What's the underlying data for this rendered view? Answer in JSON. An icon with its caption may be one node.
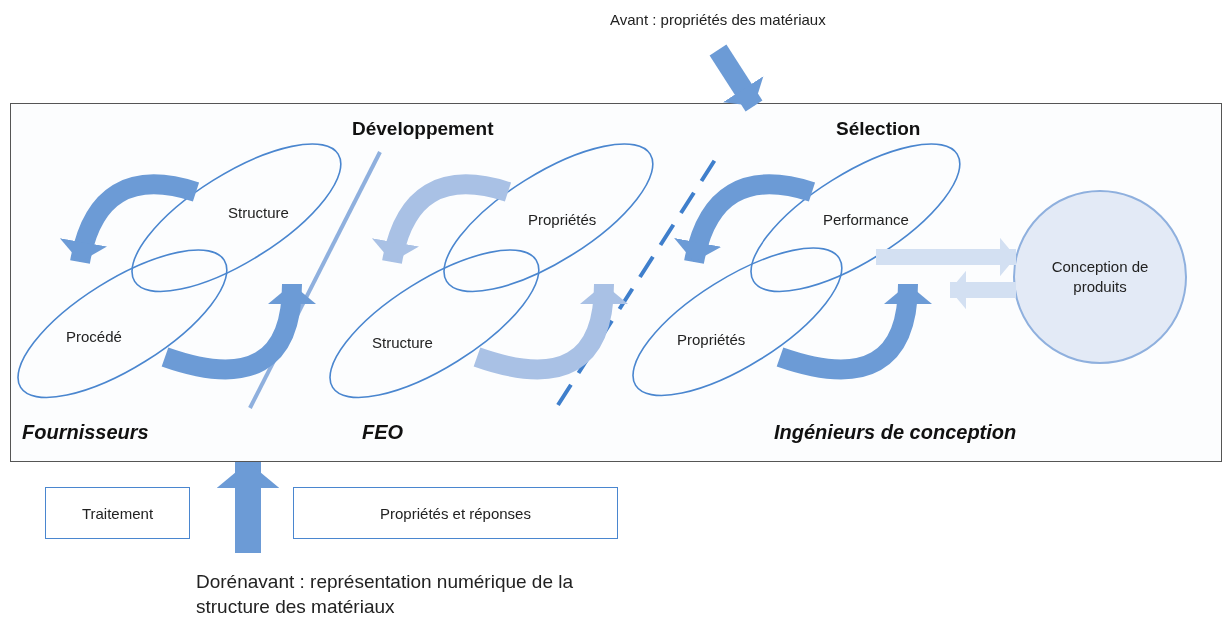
{
  "diagram": {
    "nodes": [
      {
        "text": [],
        "shape": "box"
      },
      {
        "text": [
          "Procédé"
        ],
        "in": 0
      },
      {
        "text": [
          "Structure"
        ],
        "in": 0
      },
      {
        "text": [
          "Structure"
        ],
        "in": 0
      },
      {
        "text": [
          "Propriétés"
        ],
        "in": 0
      },
      {
        "text": [
          "Propriétés"
        ],
        "in": 0
      },
      {
        "text": [
          "Performance"
        ],
        "in": 0
      },
      {
        "text": [
          "Conception de produits"
        ],
        "in": 0
      },
      {
        "text": [
          "Avant : propriétés des matériaux"
        ]
      },
      {
        "text": [
          "Traitement"
        ]
      },
      {
        "text": [
          "Propriétés et réponses"
        ]
      },
      {
        "text": [
          "Dorénavant : représentation numérique de la structure des matériaux"
        ]
      }
    ],
    "edges": [
      {
        "from": 2,
        "to": 1,
        "arrow": "to"
      },
      {
        "from": 1,
        "to": 2,
        "arrow": "to"
      },
      {
        "from": 4,
        "to": 3,
        "arrow": "to",
        "color": "#a9c1e5"
      },
      {
        "from": 3,
        "to": 4,
        "arrow": "to",
        "color": "#a9c1e5"
      },
      {
        "from": 6,
        "to": 5,
        "arrow": "to"
      },
      {
        "from": 5,
        "to": 6,
        "arrow": "to"
      },
      {
        "from": 6,
        "to": 7,
        "arrow": "to",
        "color": "#d3e0f2"
      },
      {
        "from": 7,
        "to": 6,
        "arrow": "to",
        "color": "#d3e0f2"
      },
      {
        "from": 8,
        "to": 0,
        "arrow": "to"
      },
      {
        "from": 11,
        "to": 0,
        "arrow": "to"
      }
    ],
    "labels": [
      "Développement",
      "Sélection",
      "Fournisseurs",
      "FEO",
      "Ingénieurs de conception"
    ]
  }
}
